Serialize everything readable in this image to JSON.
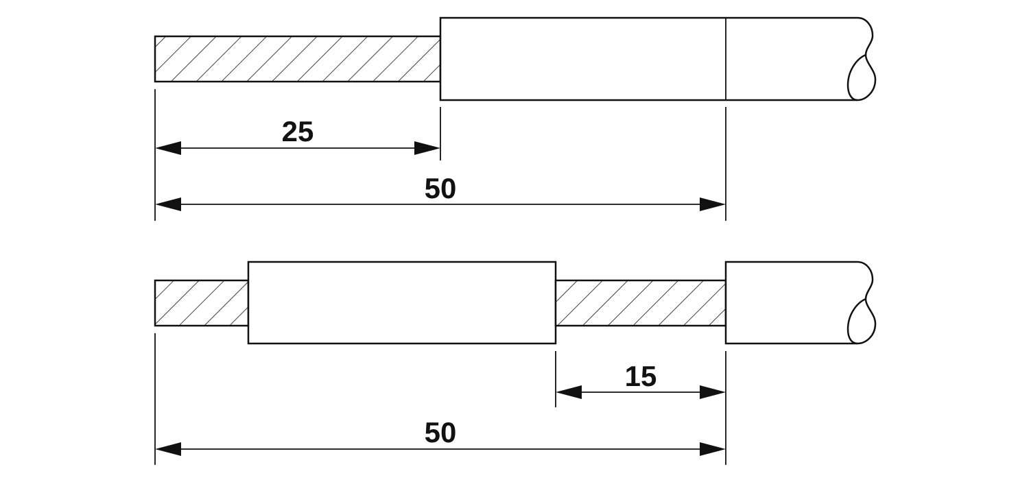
{
  "top_drawing": {
    "dim_strip_conductor": "25",
    "dim_total": "50"
  },
  "bottom_drawing": {
    "dim_strip_window": "15",
    "dim_total": "50"
  },
  "colors": {
    "line": "#111111",
    "background": "#ffffff"
  }
}
